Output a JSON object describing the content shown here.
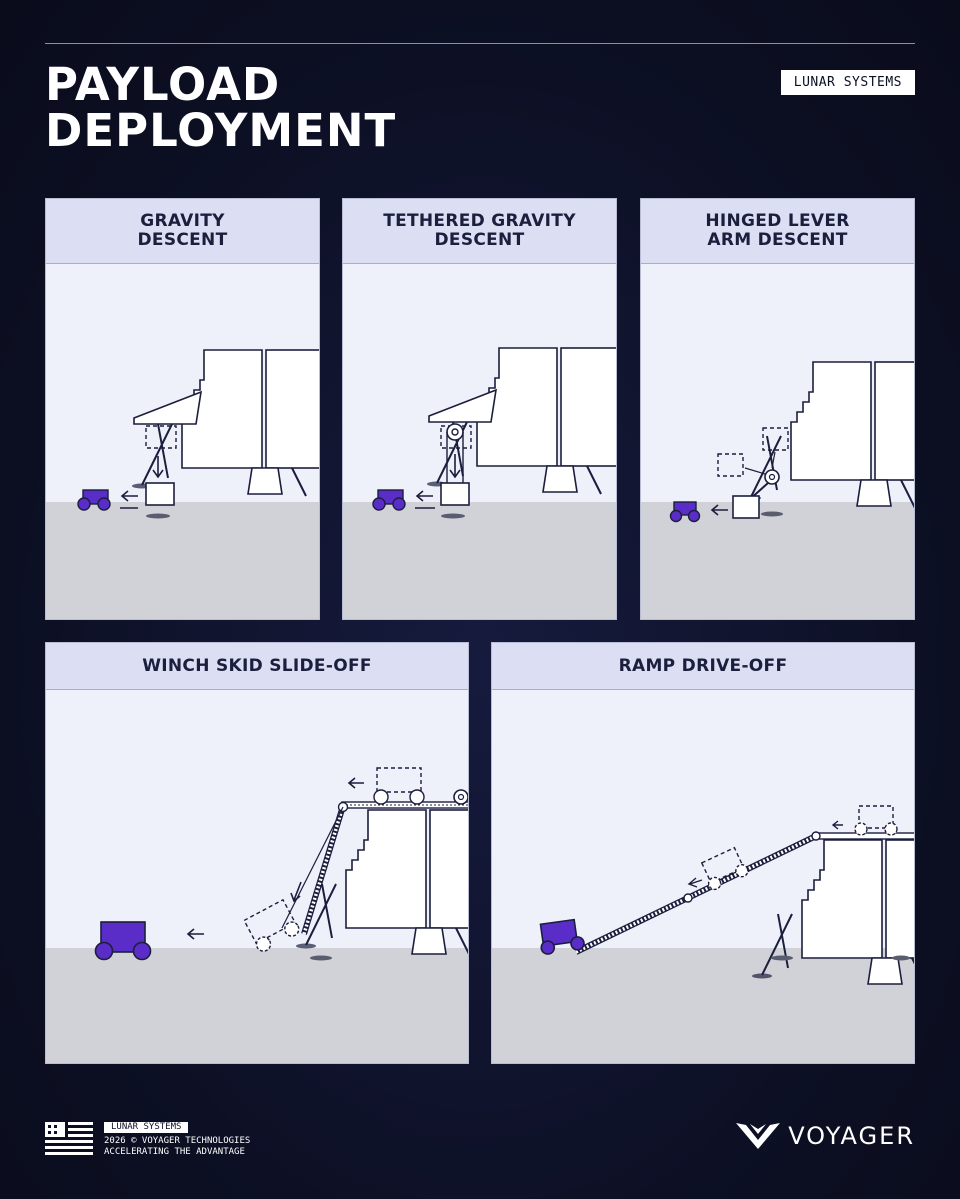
{
  "header": {
    "title_line1": "PAYLOAD",
    "title_line2": "DEPLOYMENT",
    "tag": "LUNAR SYSTEMS"
  },
  "panels": [
    {
      "title": "GRAVITY\nDESCENT"
    },
    {
      "title": "TETHERED GRAVITY\nDESCENT"
    },
    {
      "title": "HINGED LEVER\nARM DESCENT"
    },
    {
      "title": "WINCH SKID SLIDE-OFF"
    },
    {
      "title": "RAMP DRIVE-OFF"
    }
  ],
  "footer": {
    "tag": "LUNAR SYSTEMS",
    "line1": "2026 © VOYAGER TECHNOLOGIES",
    "line2": "ACCELERATING THE ADVANTAGE",
    "brand": "VOYAGER"
  },
  "colors": {
    "background": "#0d1024",
    "panel_header": "#dcdff3",
    "panel_body": "#eff1fa",
    "ground": "#d1d2d7",
    "rover": "#5b2dc8",
    "outline": "#1b1e3d"
  }
}
